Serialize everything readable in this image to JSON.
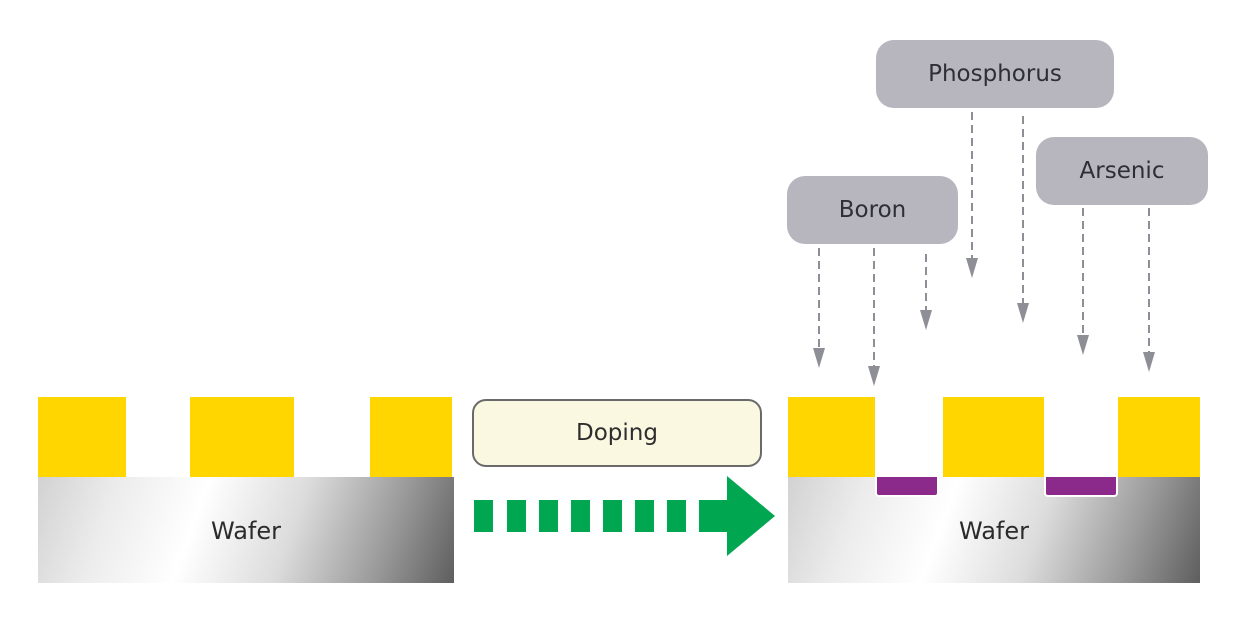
{
  "left": {
    "wafer_label": "Wafer"
  },
  "process": {
    "label": "Doping"
  },
  "right": {
    "wafer_label": "Wafer"
  },
  "dopants": {
    "boron": "Boron",
    "phosphorus": "Phosphorus",
    "arsenic": "Arsenic"
  },
  "colors": {
    "mask": "#FFD600",
    "doped_region": "#8C2A8C",
    "gas_box": "#B7B6BF",
    "process_arrow": "#00A650",
    "ion_arrow": "#8E8E96"
  }
}
